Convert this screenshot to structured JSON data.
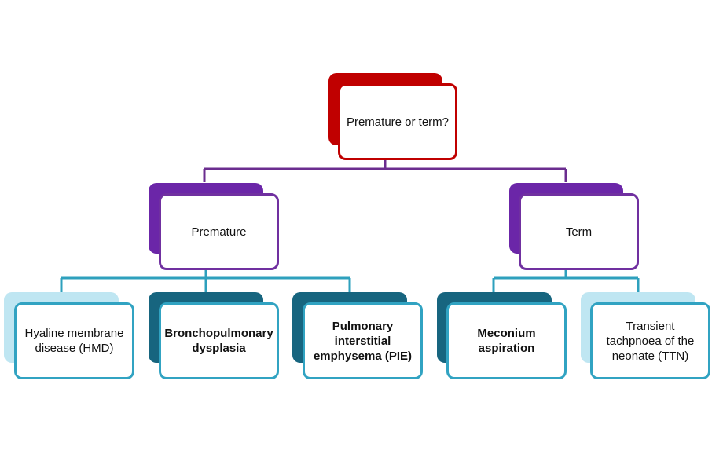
{
  "diagram": {
    "root": {
      "label": "Premature or term?"
    },
    "branches": [
      {
        "label": "Premature"
      },
      {
        "label": "Term"
      }
    ],
    "leaves": [
      {
        "label": "Hyaline membrane disease (HMD)"
      },
      {
        "label": "Bronchopulmonary dysplasia"
      },
      {
        "label": "Pulmonary interstitial emphysema (PIE)"
      },
      {
        "label": "Meconium aspiration"
      },
      {
        "label": "Transient tachpnoea of the neonate (TTN)"
      }
    ]
  },
  "colors": {
    "root": "#c00000",
    "branch": "#7030a0",
    "branch_shadow": "#6b26a8",
    "leaf_border": "#31a3c2",
    "connector_top": "#6b2d8f",
    "connector_bottom": "#2ea0bd",
    "leaf_shadow_light": "#bfe6f2",
    "leaf_shadow_dark": "#17657f"
  }
}
